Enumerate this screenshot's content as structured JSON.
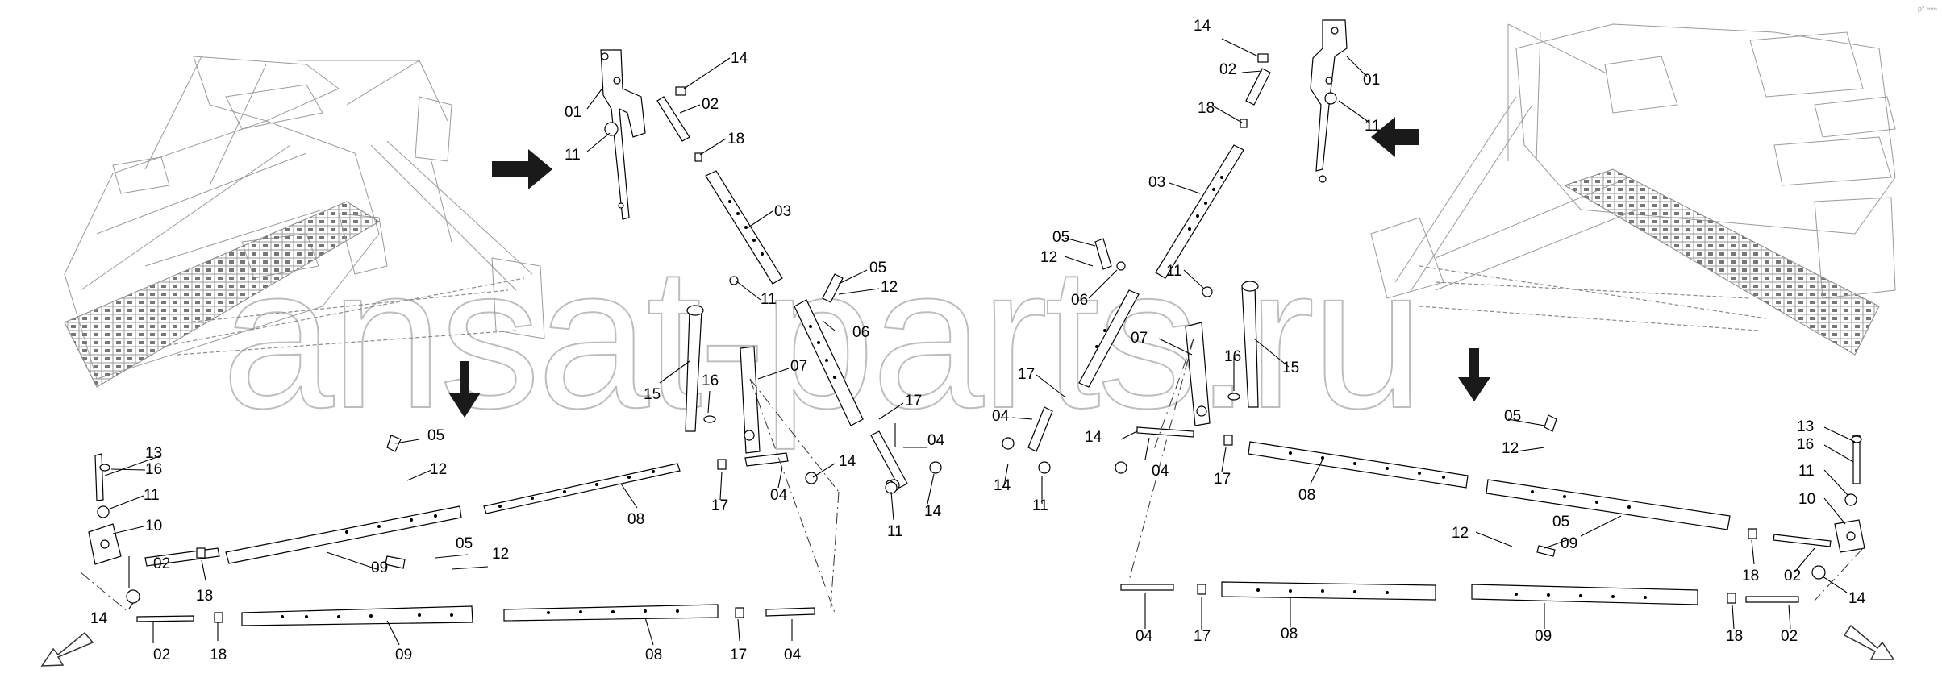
{
  "watermark": "ansat-parts.ru",
  "corner_note": "p° ∞∞",
  "callouts": [
    {
      "id": "L-01",
      "text": "01"
    },
    {
      "id": "L-14a",
      "text": "14"
    },
    {
      "id": "L-02a",
      "text": "02"
    },
    {
      "id": "L-11a",
      "text": "11"
    },
    {
      "id": "L-18a",
      "text": "18"
    },
    {
      "id": "L-03a",
      "text": "03"
    },
    {
      "id": "L-05a",
      "text": "05"
    },
    {
      "id": "L-11b",
      "text": "11"
    },
    {
      "id": "L-12a",
      "text": "12"
    },
    {
      "id": "L-06a",
      "text": "06"
    },
    {
      "id": "L-07a",
      "text": "07"
    },
    {
      "id": "L-16a",
      "text": "16"
    },
    {
      "id": "L-15a",
      "text": "15"
    },
    {
      "id": "L-17a",
      "text": "17"
    },
    {
      "id": "L-04a",
      "text": "04"
    },
    {
      "id": "L-11c",
      "text": "11"
    },
    {
      "id": "L-14b",
      "text": "14"
    },
    {
      "id": "L-05b",
      "text": "05"
    },
    {
      "id": "L-12b",
      "text": "12"
    },
    {
      "id": "L-14c",
      "text": "14"
    },
    {
      "id": "L-04b",
      "text": "04"
    },
    {
      "id": "L-17b",
      "text": "17"
    },
    {
      "id": "L-08a",
      "text": "08"
    },
    {
      "id": "L-13a",
      "text": "13"
    },
    {
      "id": "L-16b",
      "text": "16"
    },
    {
      "id": "L-11d",
      "text": "11"
    },
    {
      "id": "L-10a",
      "text": "10"
    },
    {
      "id": "L-09a",
      "text": "09"
    },
    {
      "id": "L-05c",
      "text": "05"
    },
    {
      "id": "L-12c",
      "text": "12"
    },
    {
      "id": "L-18b",
      "text": "18"
    },
    {
      "id": "L-02b",
      "text": "02"
    },
    {
      "id": "L-14d",
      "text": "14"
    },
    {
      "id": "L-02c",
      "text": "02"
    },
    {
      "id": "L-18c",
      "text": "18"
    },
    {
      "id": "L-09b",
      "text": "09"
    },
    {
      "id": "L-08b",
      "text": "08"
    },
    {
      "id": "L-17c",
      "text": "17"
    },
    {
      "id": "L-04c",
      "text": "04"
    },
    {
      "id": "L-14e",
      "text": "14"
    },
    {
      "id": "L-02d",
      "text": "02"
    },
    {
      "id": "L-01b",
      "text": "01"
    },
    {
      "id": "L-11e",
      "text": "11"
    },
    {
      "id": "L-18d",
      "text": "18"
    },
    {
      "id": "L-03b",
      "text": "03"
    },
    {
      "id": "L-05d",
      "text": "05"
    },
    {
      "id": "L-12d",
      "text": "12"
    },
    {
      "id": "L-06b",
      "text": "06"
    },
    {
      "id": "L-11f",
      "text": "11"
    },
    {
      "id": "L-07b",
      "text": "07"
    },
    {
      "id": "L-16c",
      "text": "16"
    },
    {
      "id": "L-15b",
      "text": "15"
    },
    {
      "id": "L-17d",
      "text": "17"
    },
    {
      "id": "L-04d",
      "text": "04"
    },
    {
      "id": "L-14f",
      "text": "14"
    },
    {
      "id": "L-14g",
      "text": "14"
    },
    {
      "id": "L-11g",
      "text": "11"
    },
    {
      "id": "L-04e",
      "text": "04"
    },
    {
      "id": "L-17e",
      "text": "17"
    },
    {
      "id": "L-08c",
      "text": "08"
    },
    {
      "id": "L-05e",
      "text": "05"
    },
    {
      "id": "L-12e",
      "text": "12"
    },
    {
      "id": "L-13b",
      "text": "13"
    },
    {
      "id": "L-16d",
      "text": "16"
    },
    {
      "id": "L-11h",
      "text": "11"
    },
    {
      "id": "L-10b",
      "text": "10"
    },
    {
      "id": "L-05f",
      "text": "05"
    },
    {
      "id": "L-12f",
      "text": "12"
    },
    {
      "id": "L-09c",
      "text": "09"
    },
    {
      "id": "L-18e",
      "text": "18"
    },
    {
      "id": "L-02e",
      "text": "02"
    },
    {
      "id": "L-14h",
      "text": "14"
    },
    {
      "id": "L-04f",
      "text": "04"
    },
    {
      "id": "L-17f",
      "text": "17"
    },
    {
      "id": "L-08d",
      "text": "08"
    },
    {
      "id": "L-09d",
      "text": "09"
    },
    {
      "id": "L-18f",
      "text": "18"
    },
    {
      "id": "L-02f",
      "text": "02"
    }
  ]
}
